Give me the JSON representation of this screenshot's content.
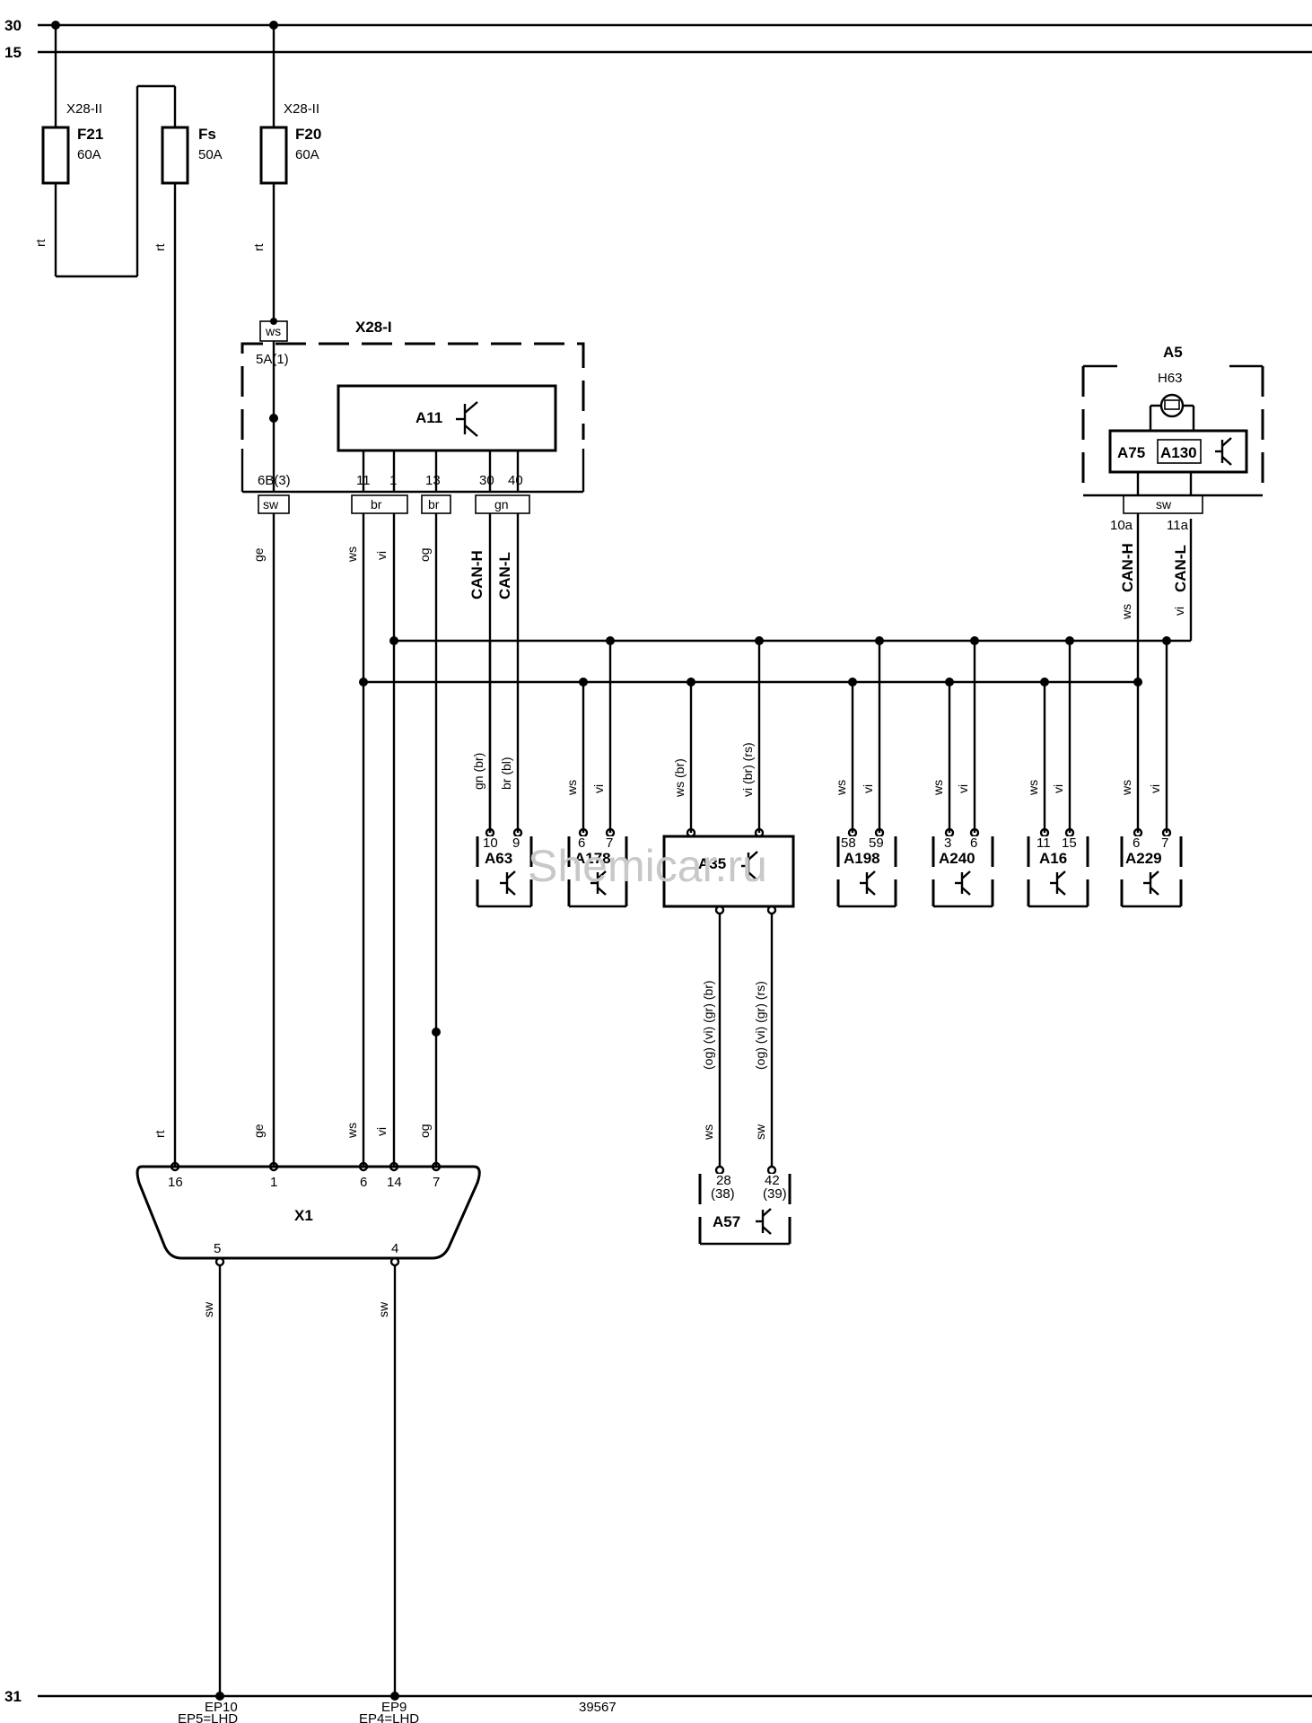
{
  "rails": {
    "r30": "30",
    "r15": "15",
    "r31": "31"
  },
  "fuses": {
    "f21": {
      "block": "X28-II",
      "name": "F21",
      "rating": "60A"
    },
    "fs": {
      "name": "Fs",
      "rating": "50A"
    },
    "f20": {
      "block": "X28-II",
      "name": "F20",
      "rating": "60A"
    }
  },
  "wire_colors": {
    "rt": "rt",
    "ws": "ws",
    "sw": "sw",
    "ge": "ge",
    "vi": "vi",
    "og": "og",
    "br": "br",
    "gn": "gn"
  },
  "x28i": {
    "name": "X28-I",
    "pin_5a": "5A(1)",
    "pin_6b": "6B(3)",
    "pins": [
      "11",
      "1",
      "13",
      "30",
      "40"
    ],
    "module": "A11"
  },
  "can": {
    "h": "CAN-H",
    "l": "CAN-L"
  },
  "a5": {
    "name": "A5",
    "lamp": "H63",
    "m1": "A75",
    "m2": "A130",
    "connector": "sw",
    "pin_h": "10a",
    "pin_l": "11a"
  },
  "modules": [
    {
      "name": "A63",
      "pins": [
        "10",
        "9"
      ],
      "wires": [
        "gn (br)",
        "br (bl)"
      ]
    },
    {
      "name": "A178",
      "pins": [
        "6",
        "7"
      ],
      "wires": [
        "ws",
        "vi"
      ]
    },
    {
      "name": "A198",
      "pins": [
        "58",
        "59"
      ],
      "wires": [
        "ws",
        "vi"
      ]
    },
    {
      "name": "A240",
      "pins": [
        "3",
        "6"
      ],
      "wires": [
        "ws",
        "vi"
      ]
    },
    {
      "name": "A16",
      "pins": [
        "11",
        "15"
      ],
      "wires": [
        "ws",
        "vi"
      ]
    },
    {
      "name": "A229",
      "pins": [
        "6",
        "7"
      ],
      "wires": [
        "ws",
        "vi"
      ]
    }
  ],
  "a35": {
    "name": "A35",
    "wire_top_h": "ws  (br)",
    "wire_top_l": "vi  (br)  (rs)",
    "wire_bot_h": "(og)  (vi)  (gr)  (br)",
    "wire_bot_l": "(og)  (vi)  (gr)  (rs)"
  },
  "a57": {
    "name": "A57",
    "pin_h": "28",
    "pin_h_alt": "(38)",
    "pin_l": "42",
    "pin_l_alt": "(39)",
    "wire_h": "ws",
    "wire_l": "sw"
  },
  "x1": {
    "name": "X1",
    "pins_top": [
      "16",
      "1",
      "6",
      "14",
      "7"
    ],
    "pins_bottom": [
      "5",
      "4"
    ]
  },
  "ground": {
    "ep10": "EP10",
    "ep10_alt": "EP5=LHD",
    "ep9": "EP9",
    "ep9_alt": "EP4=LHD",
    "code": "39567"
  },
  "watermark": "Shemicar.ru"
}
